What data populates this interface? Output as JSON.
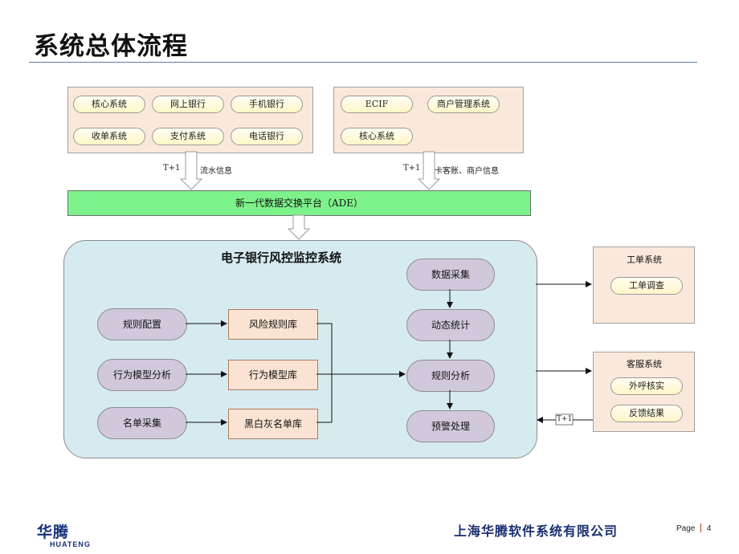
{
  "page": {
    "title": "系统总体流程"
  },
  "sources": {
    "left": [
      "核心系统",
      "网上银行",
      "手机银行",
      "收单系统",
      "支付系统",
      "电话银行"
    ],
    "right": [
      "ECIF",
      "商户管理系统",
      "核心系统"
    ]
  },
  "flows": {
    "left_period": "T+1",
    "left_label": "流水信息",
    "right_period": "T+1",
    "right_label": "卡客账、商户信息",
    "feedback_period": "T+1"
  },
  "ade": {
    "label": "新一代数据交换平台（ADE）"
  },
  "main": {
    "title": "电子银行风控监控系统",
    "inputs": [
      "规则配置",
      "行为模型分析",
      "名单采集"
    ],
    "libraries": [
      "风险规则库",
      "行为模型库",
      "黑白灰名单库"
    ],
    "pipeline": [
      "数据采集",
      "动态统计",
      "规则分析",
      "预警处理"
    ]
  },
  "ticket_system": {
    "title": "工单系统",
    "items": [
      "工单调查"
    ]
  },
  "service_system": {
    "title": "客服系统",
    "items": [
      "外呼核实",
      "反馈结果"
    ]
  },
  "footer": {
    "company": "上海华腾软件系统有限公司",
    "page_label": "Page",
    "page_number": "4",
    "logo_cn": "华腾",
    "logo_en": "HUATENG"
  }
}
